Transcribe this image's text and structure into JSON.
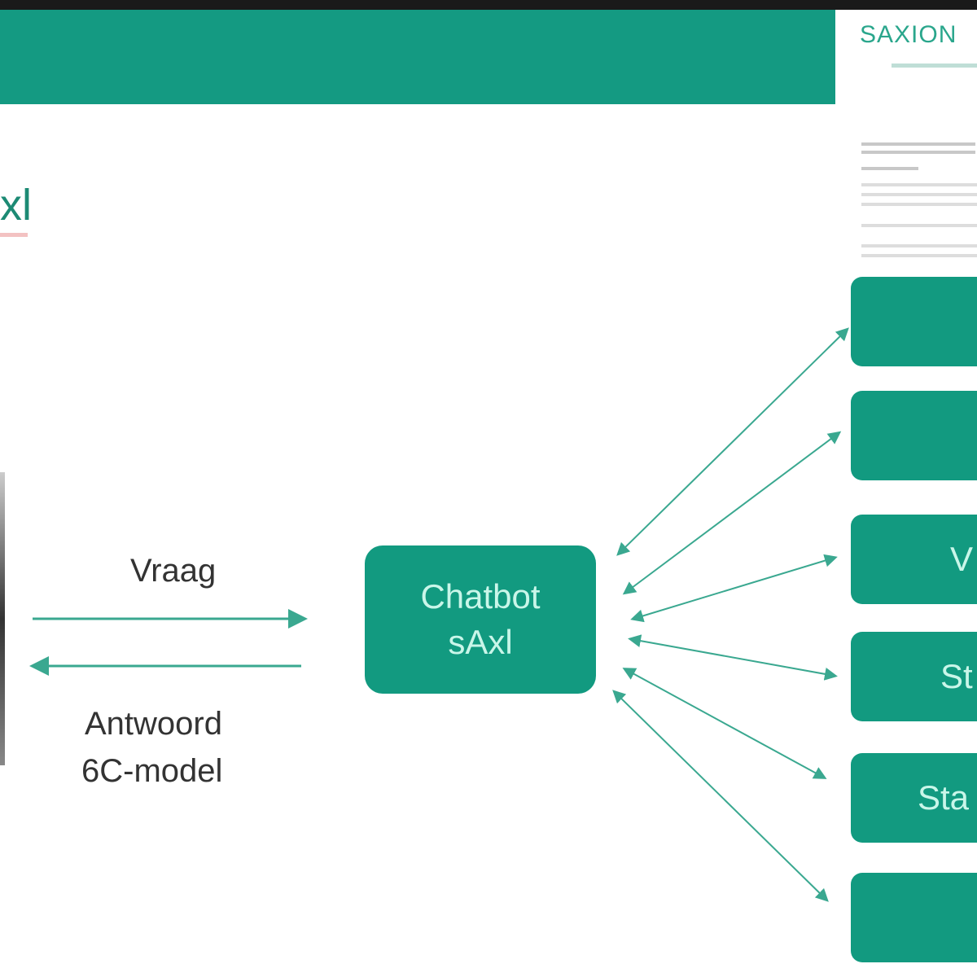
{
  "colors": {
    "accent": "#129a80",
    "box_text": "#c9f6e9",
    "arrow": "#3aa890"
  },
  "header": {
    "logo_text": "SAXION"
  },
  "title_fragment": "xl",
  "diagram": {
    "question_label": "Vraag",
    "answer_label_line1": "Antwoord",
    "answer_label_line2": "6C-model",
    "chatbot_line1": "Chatbot",
    "chatbot_line2": "sAxl",
    "right_boxes": [
      "",
      "",
      "V",
      "St",
      "Sta",
      ""
    ]
  }
}
